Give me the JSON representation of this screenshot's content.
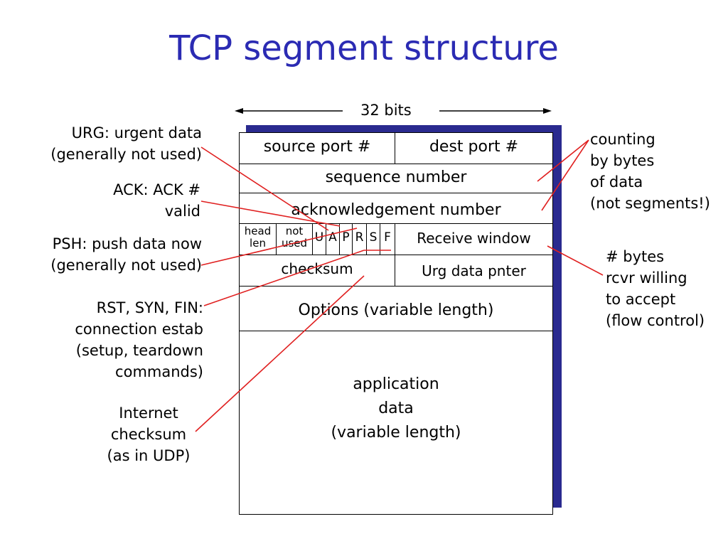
{
  "title": "TCP segment structure",
  "width_label": "32 bits",
  "fields": {
    "source_port": "source port #",
    "dest_port": "dest port #",
    "sequence_number": "sequence number",
    "ack_number": "acknowledgement number",
    "head_len": [
      "head",
      "len"
    ],
    "not_used": [
      "not",
      "used"
    ],
    "flags": [
      "U",
      "A",
      "P",
      "R",
      "S",
      "F"
    ],
    "receive_window": "Receive window",
    "checksum": "checksum",
    "urg_pointer": "Urg data pnter",
    "options": "Options (variable length)",
    "app_data": [
      "application",
      "data",
      "(variable length)"
    ]
  },
  "annotations": {
    "urg": [
      "URG: urgent data",
      "(generally not used)"
    ],
    "ack": [
      "ACK: ACK #",
      "valid"
    ],
    "psh": [
      "PSH: push data now",
      "(generally not used)"
    ],
    "rst": [
      "RST, SYN, FIN:",
      "connection estab",
      "(setup, teardown",
      "commands)"
    ],
    "internet_checksum": [
      "Internet",
      "checksum",
      "(as in UDP)"
    ],
    "counting": [
      "counting",
      "by bytes",
      "of data",
      "(not segments!)"
    ],
    "bytes": [
      "# bytes",
      "rcvr willing",
      "to accept",
      "(flow control)"
    ]
  },
  "colors": {
    "title": "#2b2bb3",
    "callout_line": "#e02020",
    "shadow": "#2a2a8f"
  }
}
